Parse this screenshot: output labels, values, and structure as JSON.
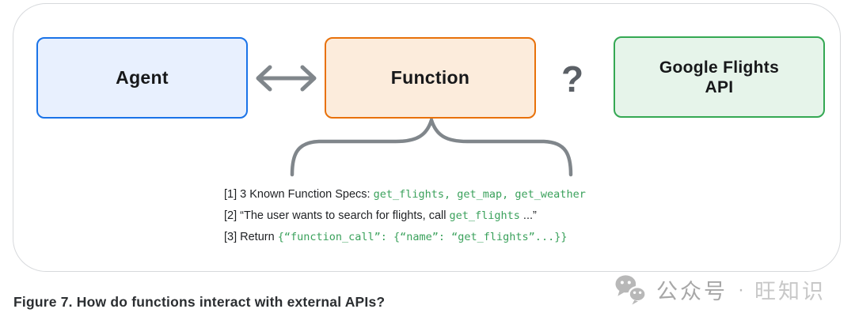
{
  "figure": {
    "nodes": {
      "agent": {
        "label": "Agent"
      },
      "function": {
        "label": "Function"
      },
      "api": {
        "label_line1": "Google Flights",
        "label_line2": "API"
      }
    },
    "question_mark": "?",
    "annotations": [
      {
        "prefix": "[1] 3 Known Function Specs: ",
        "code": "get_flights, get_map, get_weather",
        "suffix": ""
      },
      {
        "prefix": "[2] “The user wants to search for flights, call ",
        "code": "get_flights",
        "suffix": " ...”"
      },
      {
        "prefix": "[3] Return ",
        "code": "{“function_call”: {“name”: “get_flights”...}}",
        "suffix": ""
      }
    ]
  },
  "caption": "Figure 7. How do functions interact with external APIs?",
  "watermark": {
    "icon": "wechat-icon",
    "account_type": "公众号",
    "separator": "·",
    "name": "旺知识"
  },
  "colors": {
    "agent_fill": "#e8f0fe",
    "agent_border": "#1a73e8",
    "function_fill": "#fcecdc",
    "function_border": "#e8710a",
    "api_fill": "#e6f4ea",
    "api_border": "#34a853",
    "code_green": "#3aa15b",
    "connector_gray": "#80868b",
    "question_gray": "#5b6066",
    "card_border": "#d7d9dc",
    "watermark_gray": "#b8b8b8"
  }
}
